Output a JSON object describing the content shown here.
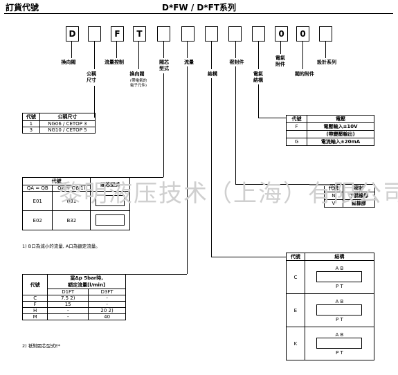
{
  "header": {
    "left_title": "訂貨代號",
    "center_title": "D*FW / D*FT系列"
  },
  "code_boxes": [
    "D",
    "",
    "F",
    "T",
    "",
    "",
    "",
    "",
    "",
    "0",
    "0",
    ""
  ],
  "labels": {
    "directional_valve": "換向閥",
    "nominal_size": "公稱\n尺寸",
    "flow_control": "流量控制",
    "directional_valve2": "換向閥",
    "directional_valve2_note": "(帶電氣的\n電子元件)",
    "spool_type": "閥芯\n型式",
    "flow": "流量",
    "structure": "結構",
    "seal": "密封件",
    "electrical_connection": "電氣\n結構",
    "electrical_accessory": "電氣\n附件",
    "valve_accessory": "閥的附件",
    "design_series": "設計系列"
  },
  "size_table": {
    "headers": [
      "代號",
      "公稱尺寸"
    ],
    "rows": [
      [
        "1",
        "NG06 / CETOP 3"
      ],
      [
        "3",
        "NG10 / CETOP 5"
      ]
    ]
  },
  "voltage_table": {
    "headers": [
      "代號",
      "電壓"
    ],
    "rows": [
      [
        "F",
        "電壓輸入±10V"
      ],
      [
        "",
        "(帶變壓輸出)"
      ],
      [
        "G",
        "電流輸入±20mA"
      ]
    ]
  },
  "spool_table": {
    "title": "代號",
    "col_a": "QA = QB",
    "col_b": "QA > QB 1)",
    "col_sym": "閥芯型式",
    "rows": [
      [
        "E01",
        "B31"
      ],
      [
        "E02",
        "B32"
      ]
    ]
  },
  "spool_note": "1) B口為減小的流量, A口為額定流量。",
  "seal_table": {
    "headers": [
      "代號",
      "密封"
    ],
    "rows": [
      [
        "N",
        "丁腈橡膠"
      ],
      [
        "V",
        "氟橡膠"
      ]
    ]
  },
  "flow_table": {
    "headers": [
      "代號",
      "當Δp 5bar時,\n額定流量[l/min]"
    ],
    "sub_headers": [
      "D1FT",
      "D3FT"
    ],
    "rows": [
      [
        "C",
        "7.5 2)",
        "-"
      ],
      [
        "F",
        "15",
        "-"
      ],
      [
        "H",
        "-",
        "20 2)"
      ],
      [
        "M",
        "-",
        "40"
      ]
    ]
  },
  "flow_note": "2) 祇對閥芯型式E*",
  "structure_table": {
    "headers": [
      "代號",
      "結構"
    ],
    "rows": [
      [
        "C",
        "A B",
        "P T"
      ],
      [
        "E",
        "A B",
        "P T"
      ],
      [
        "K",
        "A B",
        "P T"
      ]
    ]
  },
  "watermark": "黎明液压技术（上海）有限公司"
}
